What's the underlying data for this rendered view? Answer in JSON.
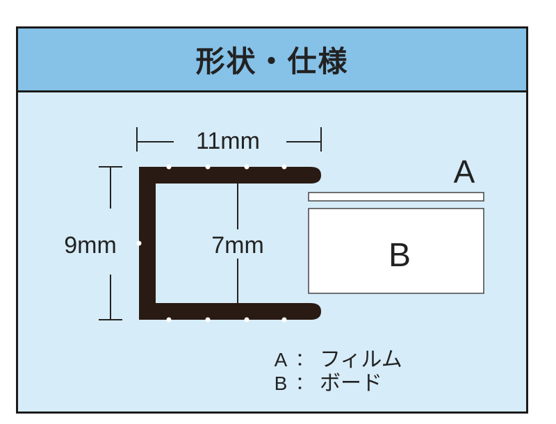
{
  "header": {
    "title": "形状・仕様"
  },
  "dimensions": {
    "width_label": "11mm",
    "height_label": "9mm",
    "inner_label": "7mm"
  },
  "parts": {
    "a_tag": "A",
    "b_tag": "B"
  },
  "legend": {
    "a_letter": "A",
    "a_text": "フィルム",
    "b_letter": "B",
    "b_text": "ボード",
    "separator": "："
  },
  "colors": {
    "header_bg": "#86c1e8",
    "panel_bg": "#d6ecf8",
    "profile": "#2a1a14",
    "border": "#1a1a1a"
  }
}
